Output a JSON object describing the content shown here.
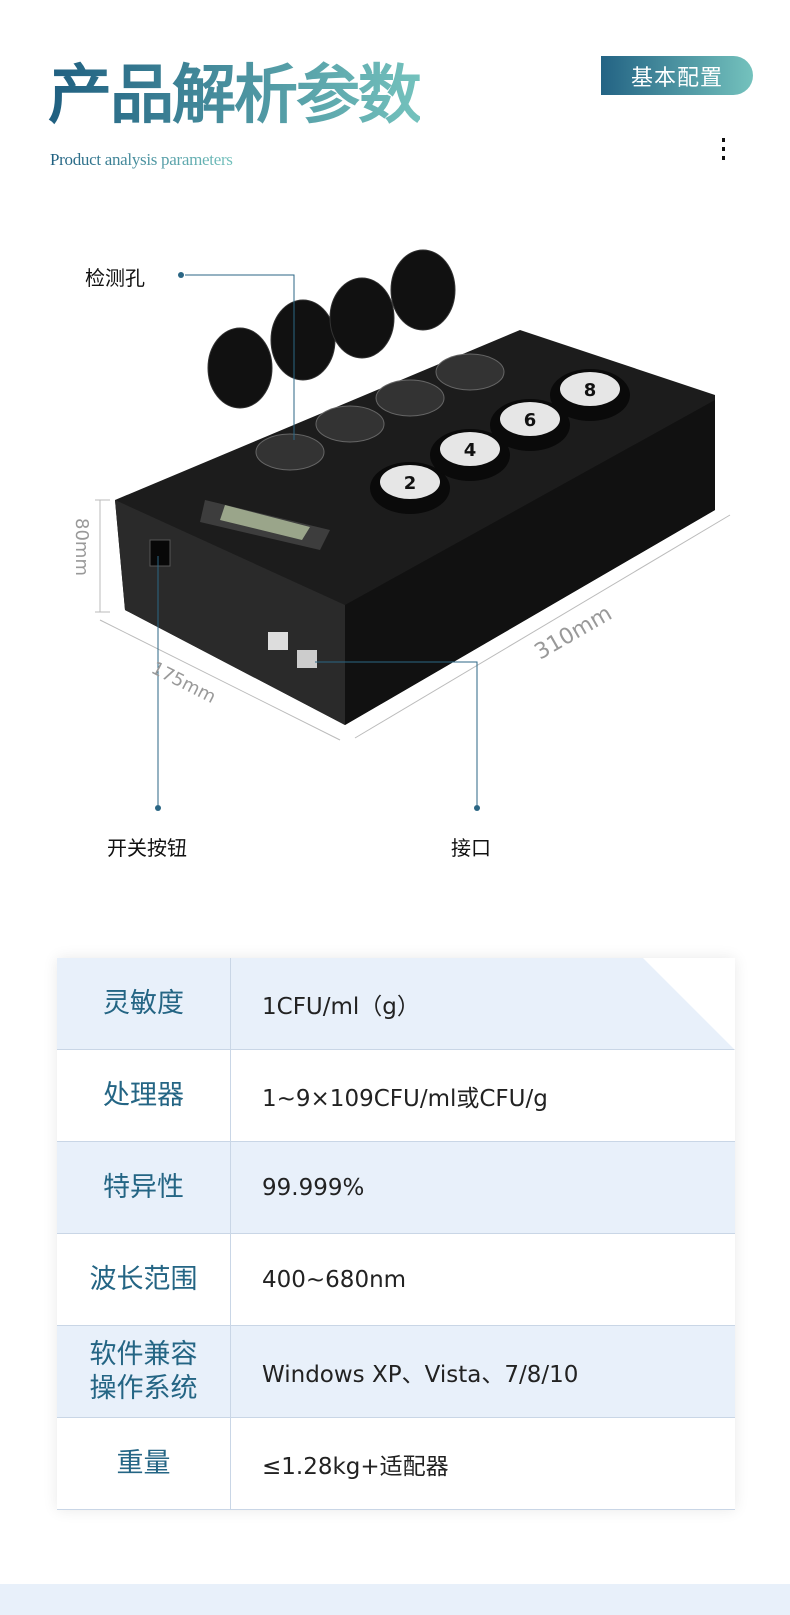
{
  "header": {
    "title": "产品解析参数",
    "subtitle": "Product analysis parameters",
    "badge": "基本配置"
  },
  "diagram": {
    "callouts": {
      "holes": "检测孔",
      "power": "开关按钮",
      "port": "接口"
    },
    "dimensions": {
      "height": "80mm",
      "depth": "175mm",
      "length": "310mm"
    },
    "slot_numbers": [
      "2",
      "4",
      "6",
      "8"
    ]
  },
  "specs": [
    {
      "label": "灵敏度",
      "value": "1CFU/ml（g）"
    },
    {
      "label": "处理器",
      "value": "1~9×109CFU/ml或CFU/g"
    },
    {
      "label": "特异性",
      "value": "99.999%"
    },
    {
      "label": "波长范围",
      "value": "400~680nm"
    },
    {
      "label": "软件兼容\n操作系统",
      "value": "Windows XP、Vista、7/8/10"
    },
    {
      "label": "重量",
      "value": "≤1.28kg+适配器"
    }
  ]
}
